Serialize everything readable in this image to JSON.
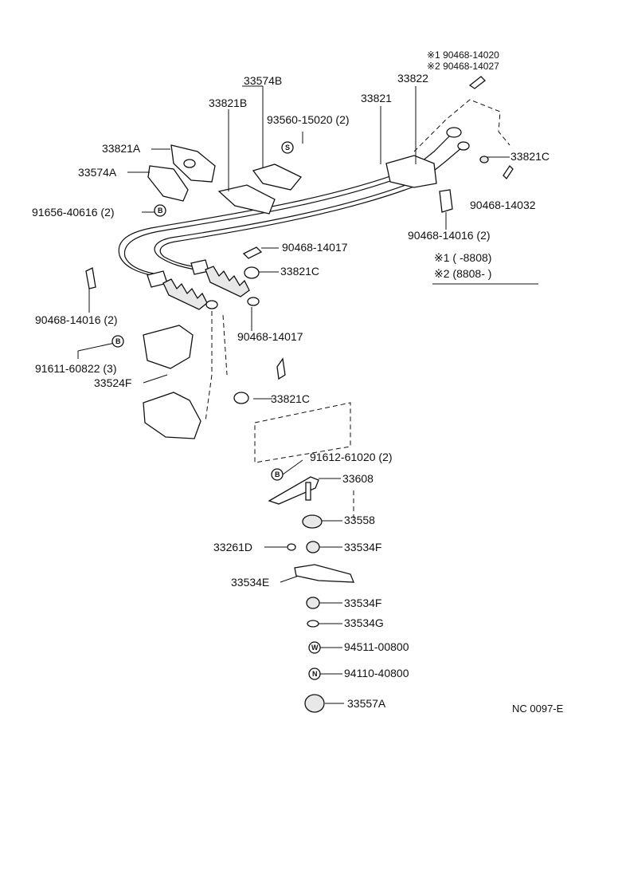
{
  "footer_code": "NC 0097-E",
  "notes": {
    "top_1": "※1 90468-14020",
    "top_2": "※2 90468-14027",
    "range_1": "※1 (     -8808)",
    "range_2": "※2 (8808-      )"
  },
  "labels": {
    "p33822": "33822",
    "p33821": "33821",
    "p33574B": "33574B",
    "p33821B": "33821B",
    "p93560": "93560-15020 (2)",
    "p33821A": "33821A",
    "p33574A": "33574A",
    "p91656": "91656-40616 (2)",
    "p33821C_a": "33821C",
    "p90468_14032": "90468-14032",
    "p90468_14016_a": "90468-14016 (2)",
    "p90468_14017_a": "90468-14017",
    "p33821C_b": "33821C",
    "p90468_14016_b": "90468-14016 (2)",
    "p90468_14017_b": "90468-14017",
    "p91611": "91611-60822 (3)",
    "p33524F": "33524F",
    "p33821C_c": "33821C",
    "p91612": "91612-61020 (2)",
    "p33608": "33608",
    "p33558": "33558",
    "p33261D": "33261D",
    "p33534F_a": "33534F",
    "p33534E": "33534E",
    "p33534F_b": "33534F",
    "p33534G": "33534G",
    "p94511": "94511-00800",
    "p94110": "94110-40800",
    "p33557A": "33557A"
  },
  "symbols": {
    "s": "S",
    "b": "B",
    "w": "W",
    "n": "N"
  }
}
